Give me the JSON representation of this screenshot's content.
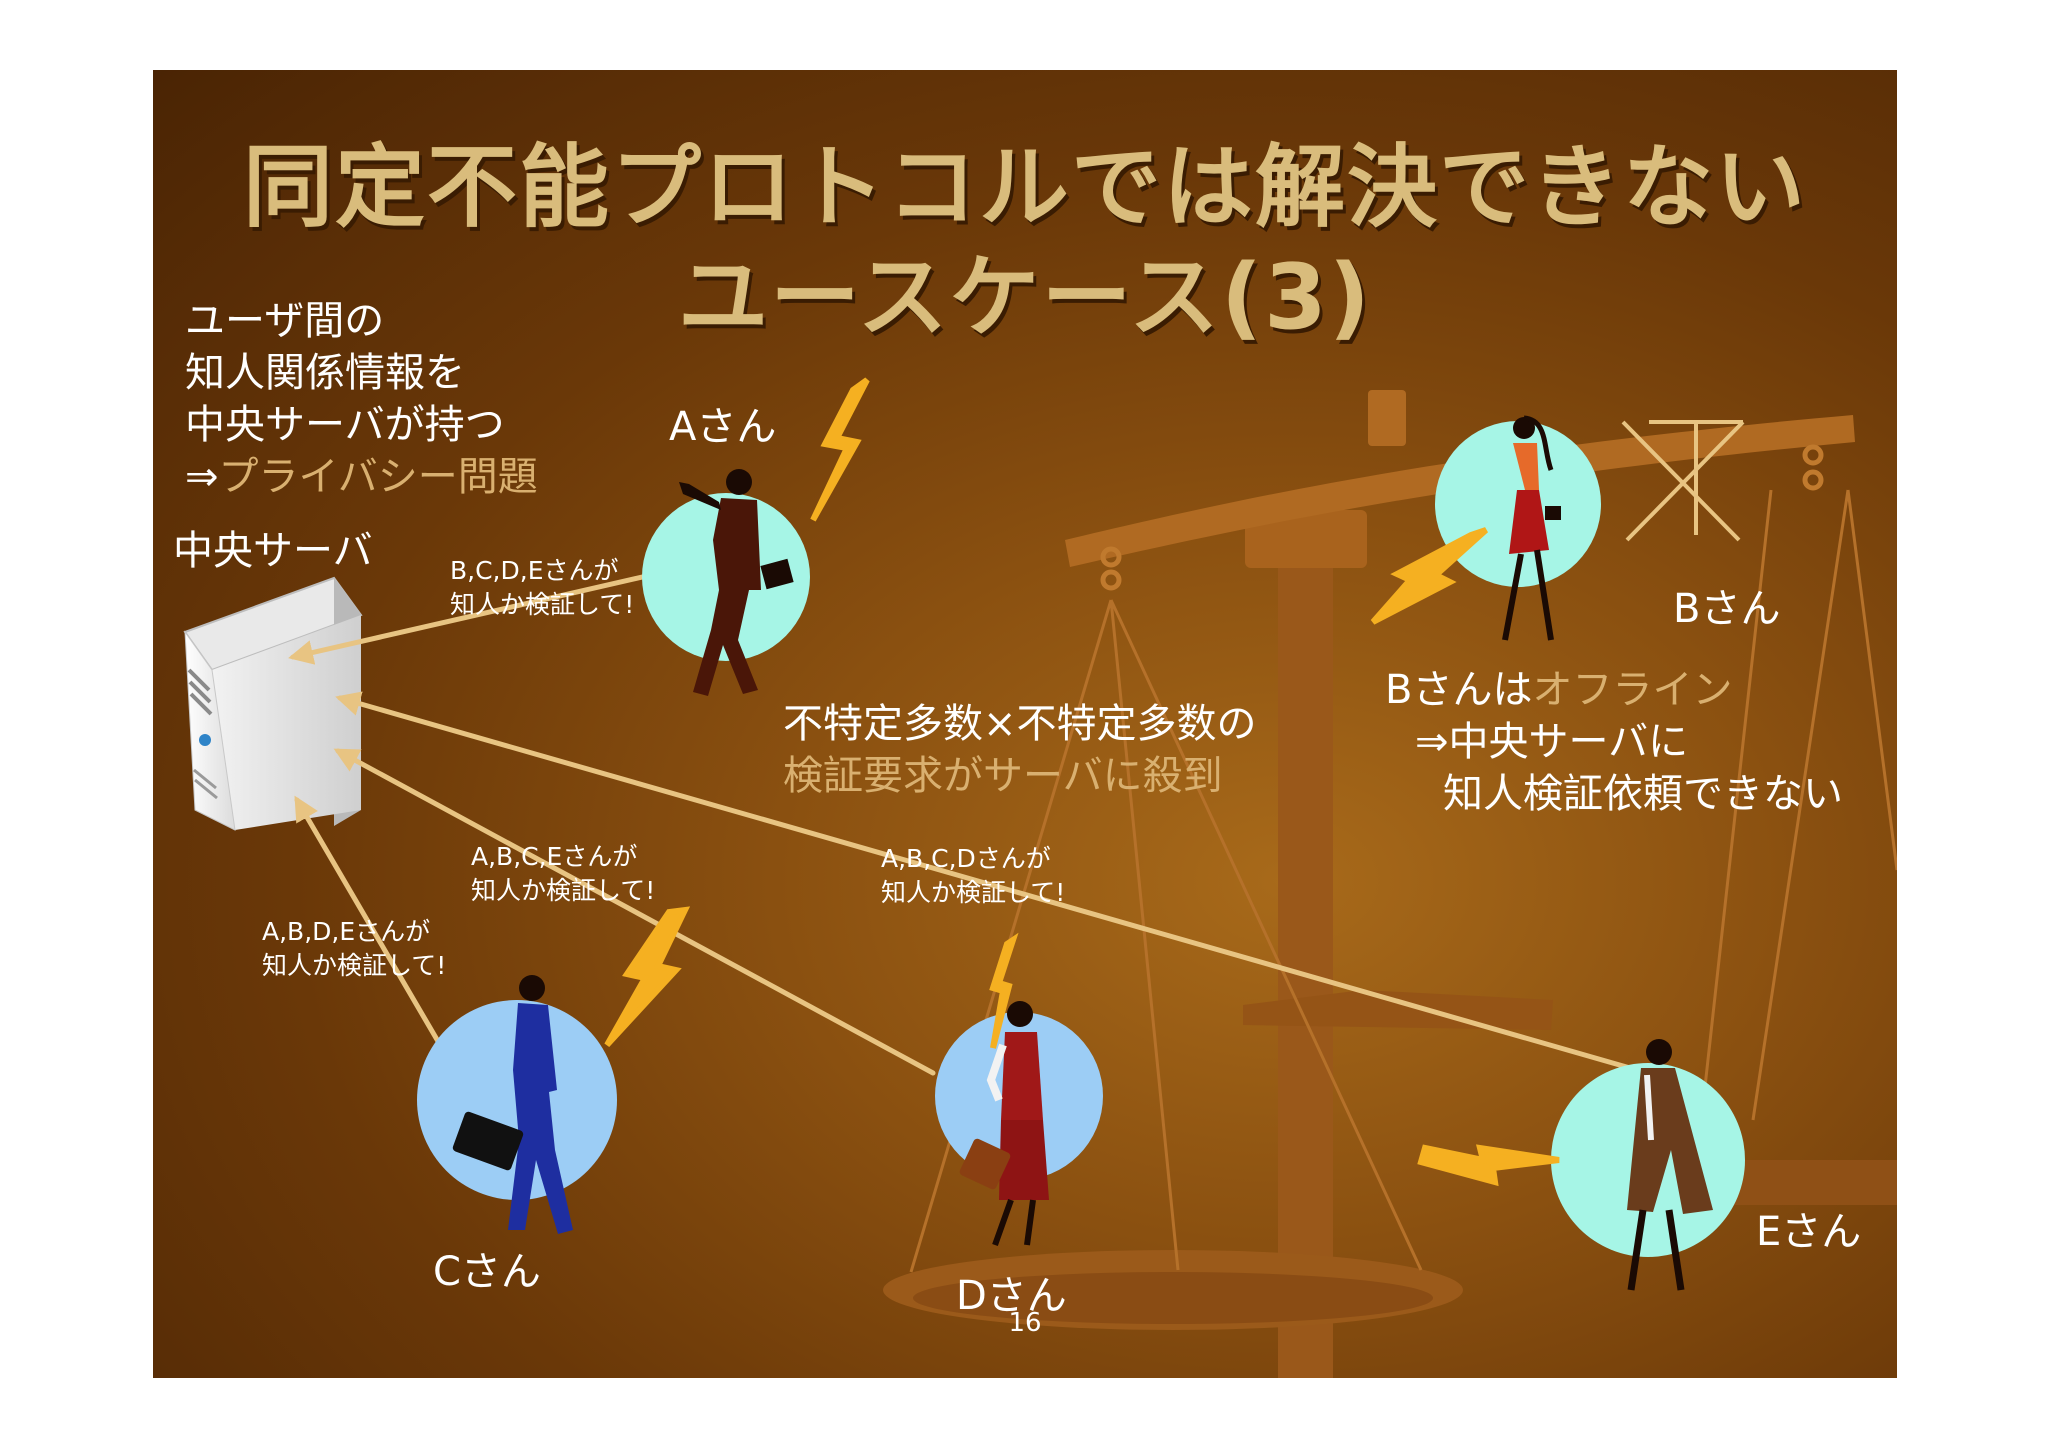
{
  "slide": {
    "title_line1": "同定不能プロトコルでは解決できない",
    "title_line2": "ユースケース(3)",
    "note": {
      "line1": "ユーザ間の",
      "line2": "知人関係情報を",
      "line3": "中央サーバが持つ",
      "line4_prefix": "⇒",
      "line4_highlight": "プライバシー問題"
    },
    "server_label": "中央サーバ",
    "request_a": {
      "line1": "B,C,D,Eさんが",
      "line2": "知人か検証して!"
    },
    "request_c1": {
      "line1": "A,B,C,Eさんが",
      "line2": "知人か検証して!"
    },
    "request_c2": {
      "line1": "A,B,D,Eさんが",
      "line2": "知人か検証して!"
    },
    "request_d": {
      "line1": "A,B,C,Dさんが",
      "line2": "知人か検証して!"
    },
    "center_note": {
      "line1": "不特定多数×不特定多数の",
      "line2": "検証要求がサーバに殺到"
    },
    "b_note": {
      "line1_prefix": "Bさんは",
      "line1_highlight": "オフライン",
      "line2": "⇒中央サーバに",
      "line3": "知人検証依頼できない"
    },
    "persons": {
      "a": "Aさん",
      "b": "Bさん",
      "c": "Cさん",
      "d": "Dさん",
      "e": "Eさん"
    },
    "page_number": "16"
  },
  "colors": {
    "background": "#8a5010",
    "title": "#d9bc7c",
    "highlight": "#d9b070",
    "arrow": "#e8c482",
    "lightning": "#f5b021",
    "circle_teal": "#a6f5e6",
    "circle_blue": "#9ccdf5"
  },
  "icons": [
    "server-icon",
    "lightning-icon",
    "person-icon",
    "briefcase-icon",
    "offline-cross-icon",
    "scale-icon"
  ]
}
